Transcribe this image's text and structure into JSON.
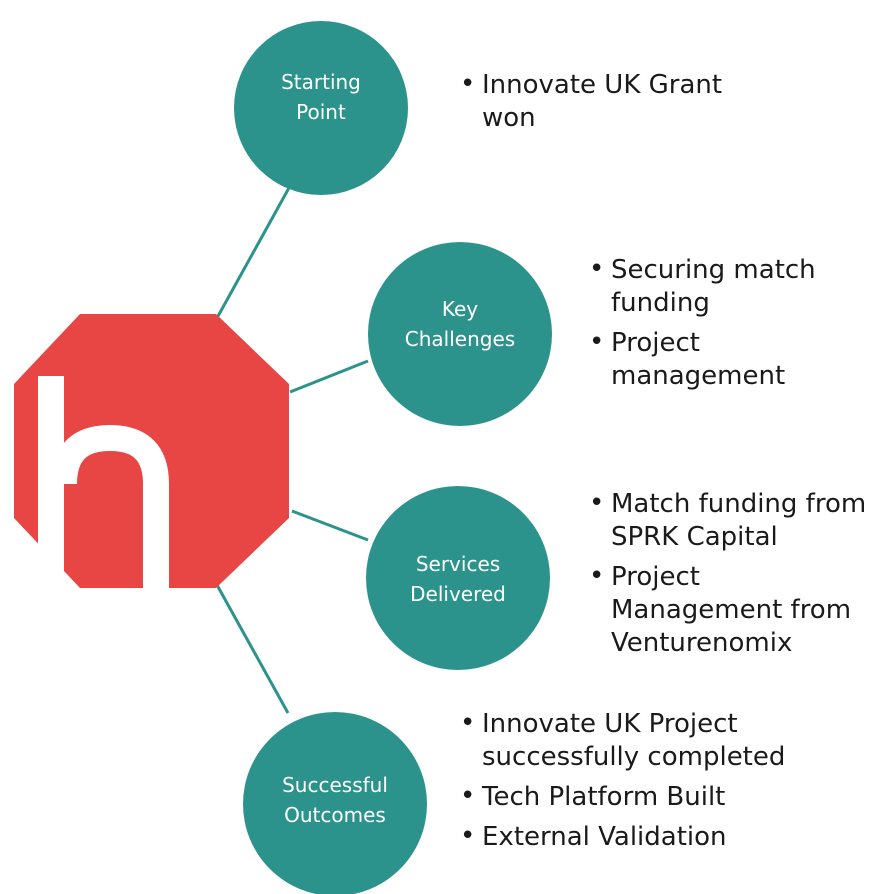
{
  "hub": {
    "logo_letter": "h",
    "logo_color": "#e84545"
  },
  "colors": {
    "circle_fill": "#2c938c",
    "connector": "#2c938c",
    "node_text": "#ffffff",
    "bullet_text": "#1a1a1a"
  },
  "nodes": [
    {
      "lines": [
        "Starting",
        "Point"
      ],
      "bullets": [
        "Innovate UK Grant won"
      ]
    },
    {
      "lines": [
        "Key",
        "Challenges"
      ],
      "bullets": [
        "Securing match funding",
        "Project management"
      ]
    },
    {
      "lines": [
        "Services",
        "Delivered"
      ],
      "bullets": [
        "Match funding from SPRK Capital",
        "Project Management from Venturenomix"
      ]
    },
    {
      "lines": [
        "Successful",
        "Outcomes"
      ],
      "bullets": [
        "Innovate UK Project successfully completed",
        "Tech Platform Built",
        "External Validation"
      ]
    }
  ]
}
